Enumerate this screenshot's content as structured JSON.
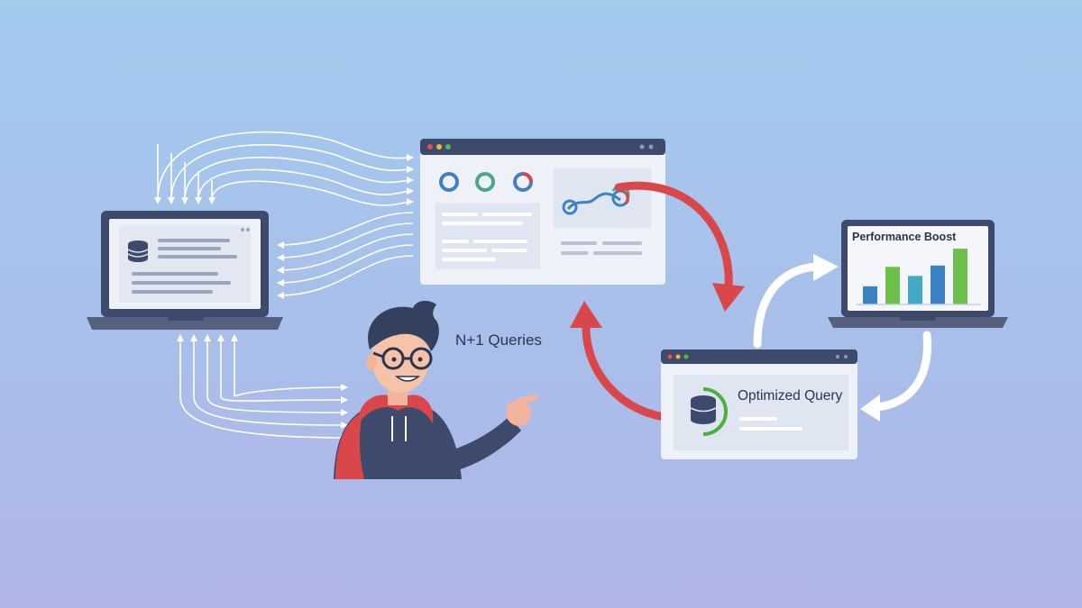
{
  "labels": {
    "n_plus_one": "N+1 Queries",
    "optimized_query": "Optimized Query",
    "performance_boost": "Performance Boost"
  },
  "colors": {
    "background_top": "#a2cbee",
    "background_bottom": "#b0b5e8",
    "device_frame": "#3d4a6b",
    "screen": "#eef1f8",
    "red_arrow": "#d9474b",
    "white_arrow": "#ffffff",
    "chart_blue": "#3b82c4",
    "chart_green": "#6cbf4a",
    "chart_teal": "#43a8c6",
    "optimized_ring": "#4cb040"
  },
  "icons": [
    "database-icon",
    "donut-icon",
    "sparkline-icon",
    "bar-chart-icon",
    "cycle-arrow-icon",
    "fan-in-arrows-icon"
  ],
  "bar_chart": {
    "values": [
      0.28,
      0.58,
      0.44,
      0.6,
      0.86
    ]
  }
}
